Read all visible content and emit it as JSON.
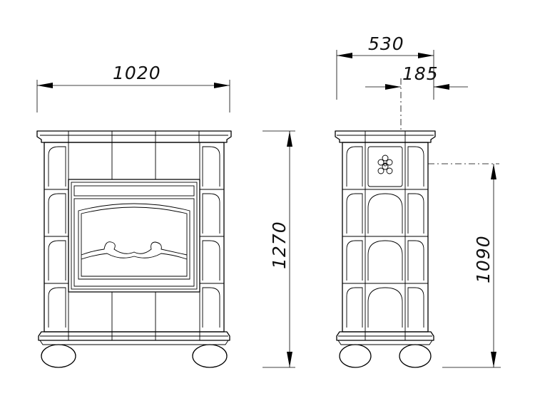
{
  "dimensions": {
    "front_width": "1020",
    "total_height": "1270",
    "side_depth": "530",
    "side_offset": "185",
    "side_height": "1090"
  }
}
